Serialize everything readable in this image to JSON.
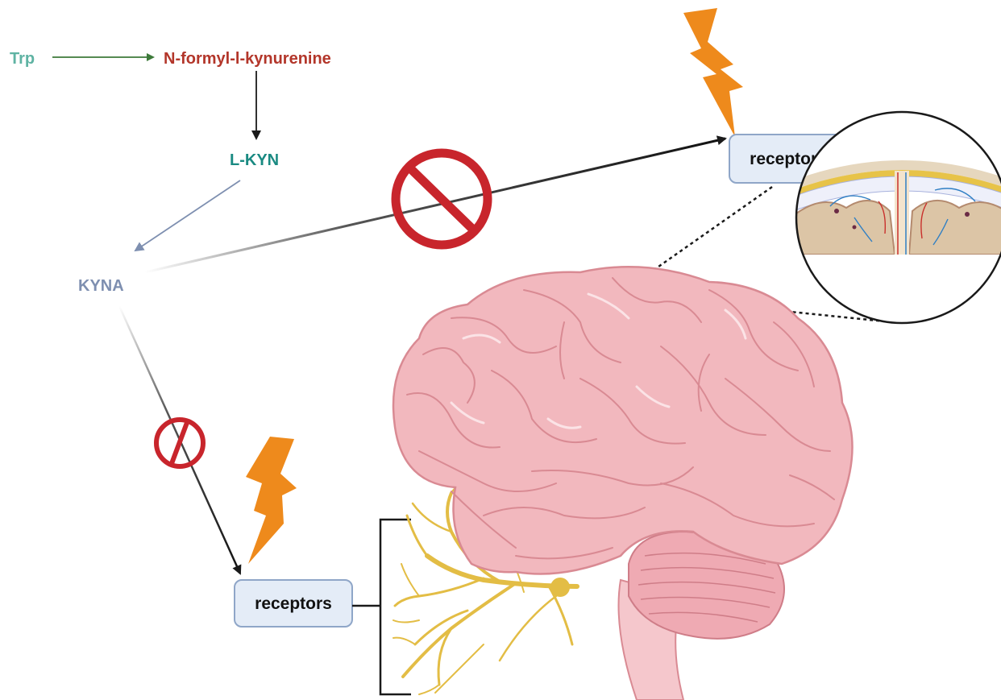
{
  "pathway": {
    "trp": {
      "label": "Trp",
      "color": "#5fb3a3"
    },
    "nfk": {
      "label": "N-formyl-l-kynurenine",
      "color": "#b3362a"
    },
    "lkyn": {
      "label": "L-KYN",
      "color": "#1a8a82"
    },
    "kyna": {
      "label": "KYNA",
      "color": "#7e8fb0"
    }
  },
  "receptors_top": {
    "label": "receptors"
  },
  "receptors_bottom": {
    "label": "receptors"
  },
  "colors": {
    "inhibit": "#c8252c",
    "lightning": "#ee8a1c",
    "brain": "#f2b8be",
    "brain_outline": "#d98a93",
    "nerve": "#e8c24a",
    "receptor_box": "#e4ecf7",
    "receptor_border": "#8fa6c8"
  },
  "icons": [
    "inhibit-icon",
    "lightning-icon",
    "brain-illustration",
    "nerve-illustration",
    "meninges-inset"
  ]
}
